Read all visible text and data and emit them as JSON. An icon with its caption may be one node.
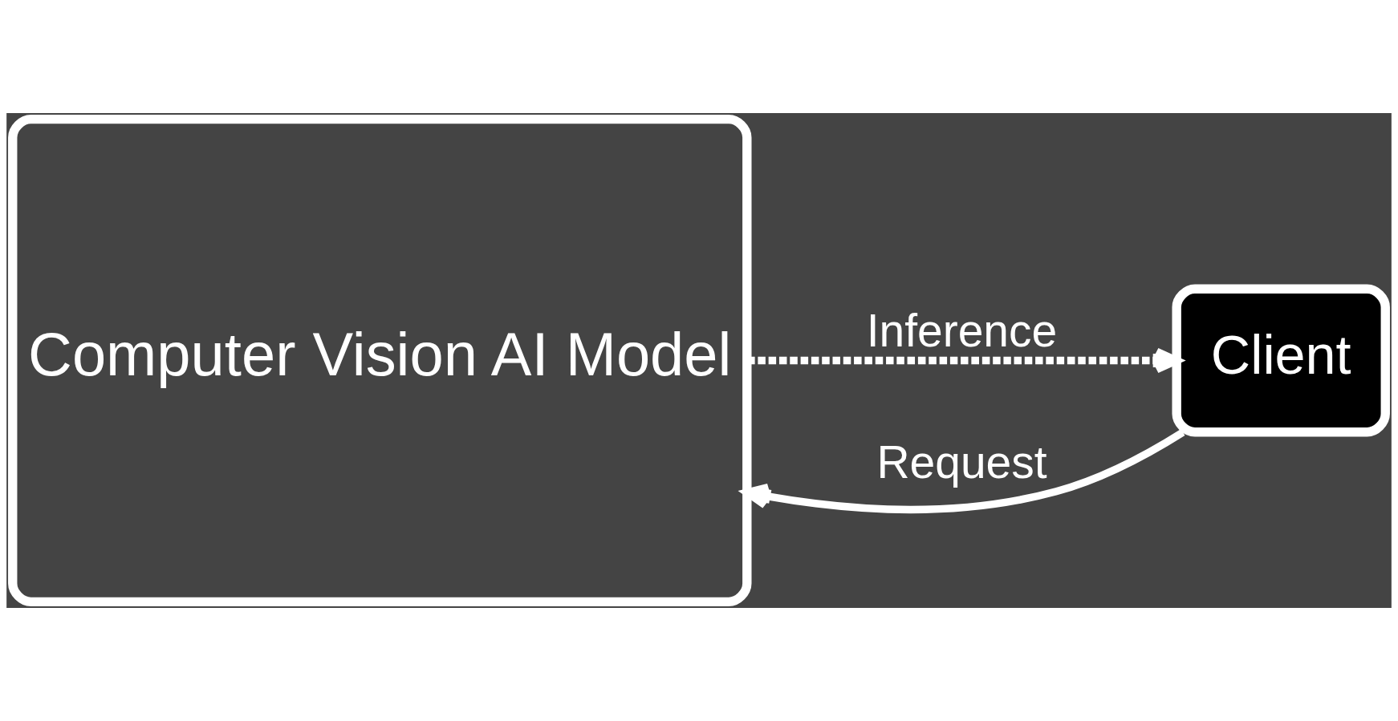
{
  "diagram": {
    "nodes": [
      {
        "text": [
          "Computer Vision AI Model"
        ]
      },
      {
        "text": [
          "Client"
        ]
      }
    ],
    "edges": [
      {
        "from": 1,
        "to": 0,
        "arrow": "to",
        "label": "Request"
      },
      {
        "from": 0,
        "to": 1,
        "arrow": "to",
        "label": "Inference",
        "style": "dashed"
      }
    ]
  }
}
